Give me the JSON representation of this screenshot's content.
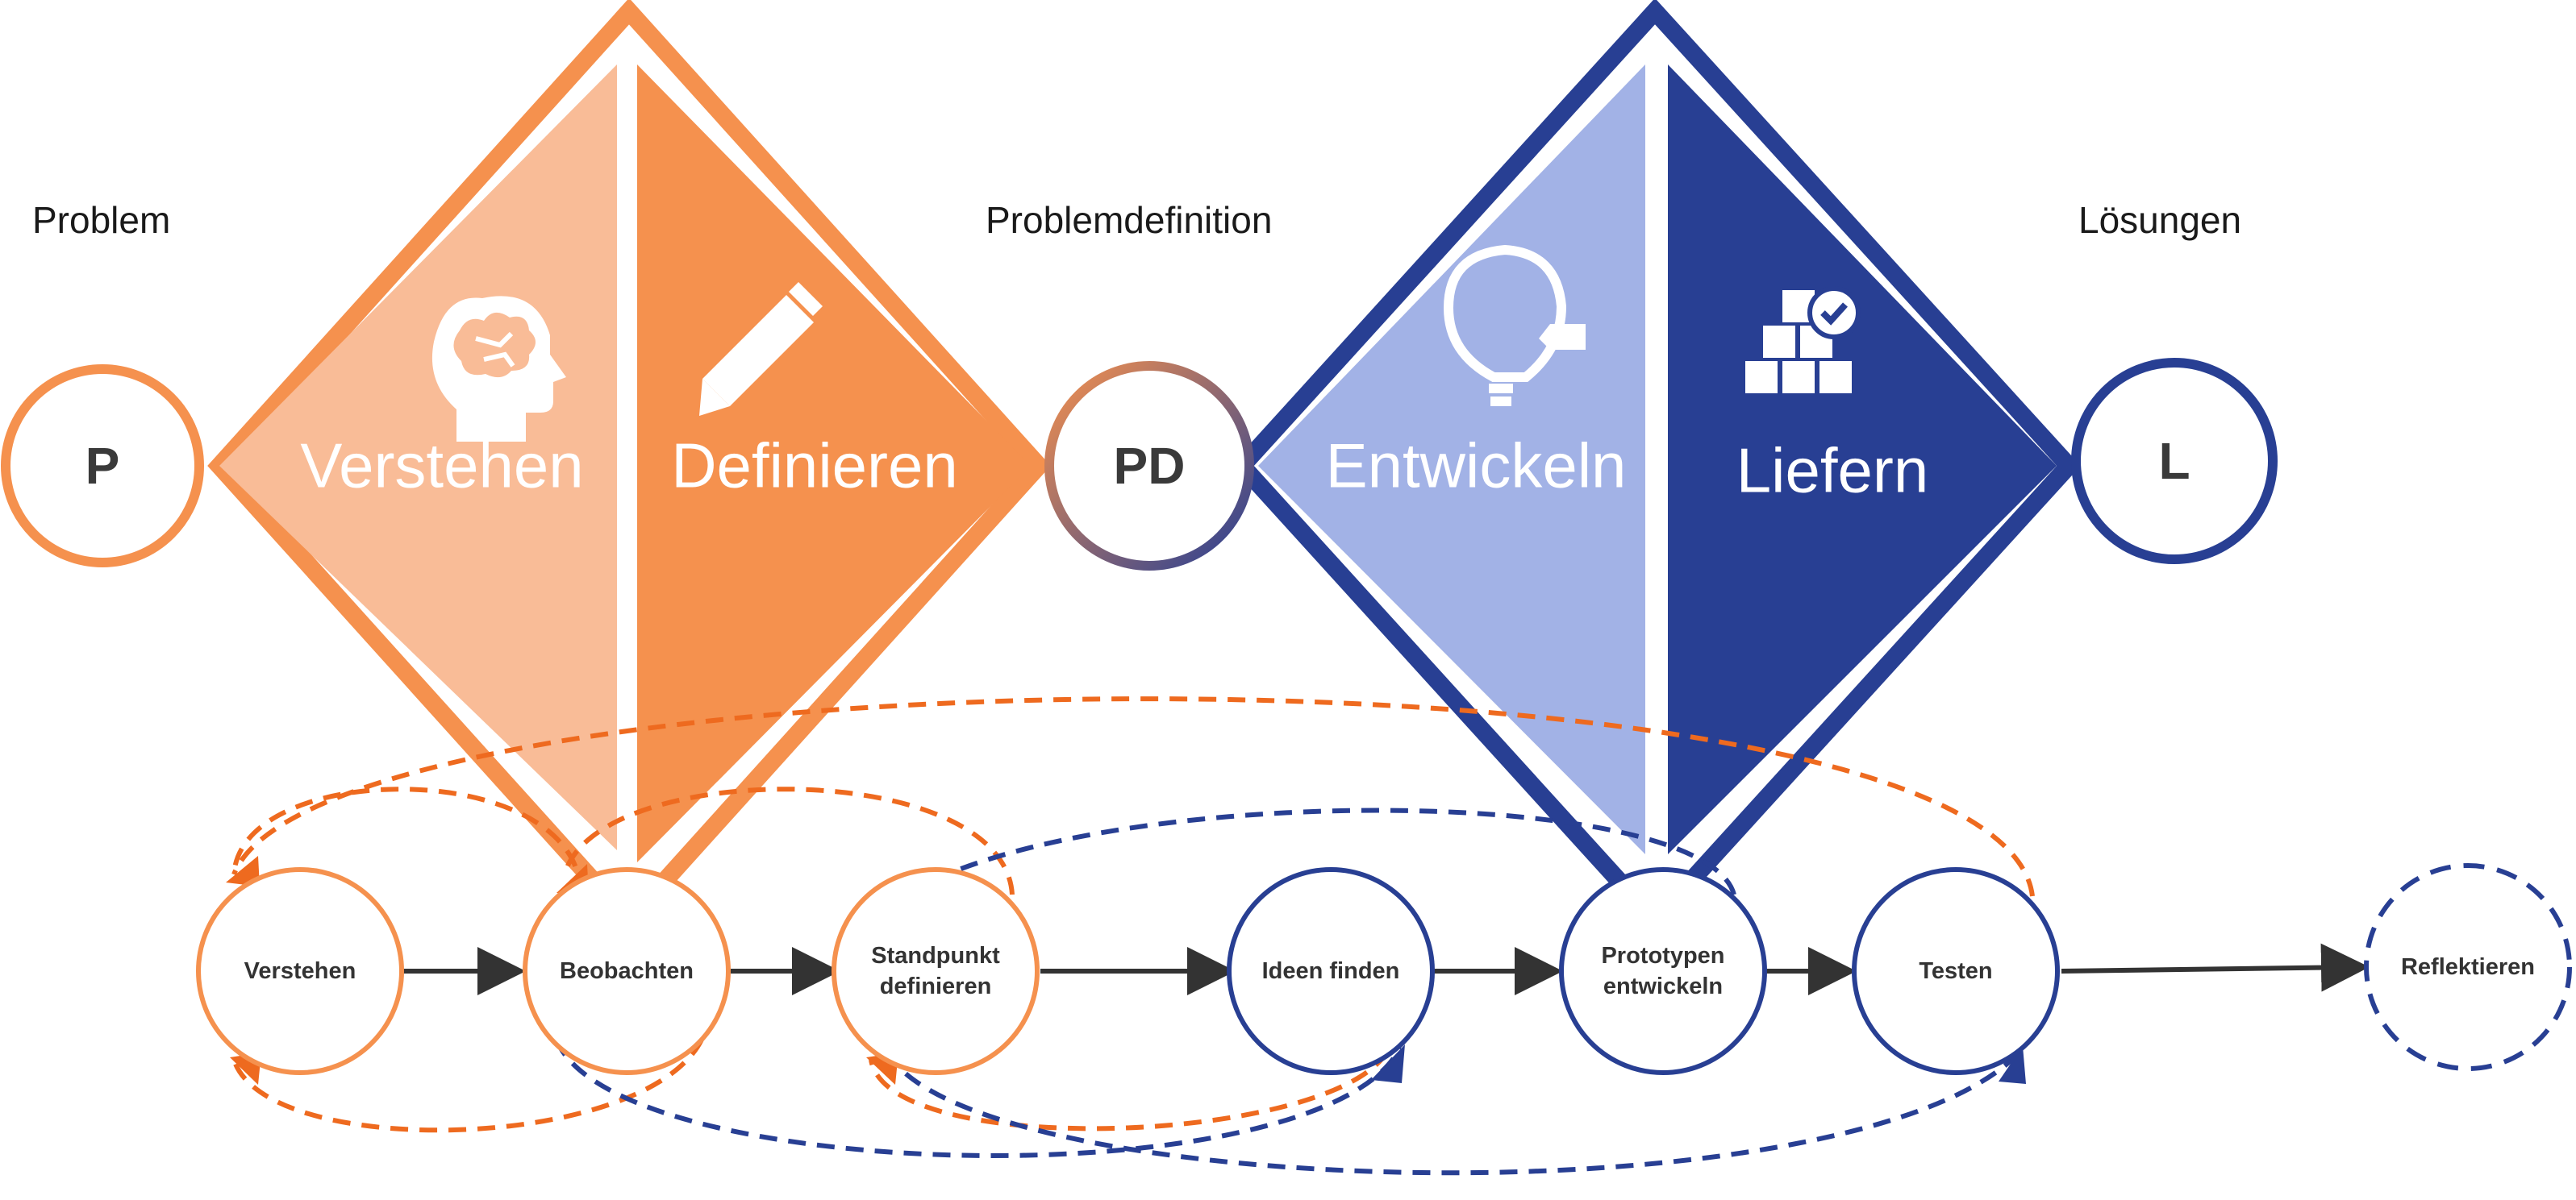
{
  "labels": {
    "problem": "Problem",
    "problem_definition": "Problemdefinition",
    "solutions": "Lösungen"
  },
  "nodes": {
    "problem_letter": "P",
    "problem_definition_letter": "PD",
    "solutions_letter": "L"
  },
  "phases": {
    "verstehen": "Verstehen",
    "definieren": "Definieren",
    "entwickeln": "Entwickeln",
    "liefern": "Liefern"
  },
  "steps": {
    "verstehen": "Verstehen",
    "beobachten": "Beobachten",
    "standpunkt_line1": "Standpunkt",
    "standpunkt_line2": "definieren",
    "ideen": "Ideen finden",
    "prototypen_line1": "Prototypen",
    "prototypen_line2": "entwickeln",
    "testen": "Testen",
    "reflektieren": "Reflektieren"
  },
  "icons": {
    "verstehen": "brain-head-icon",
    "definieren": "pen-icon",
    "entwickeln": "lightbulb-tag-icon",
    "liefern": "boxes-check-icon"
  },
  "colors": {
    "orange": "#F5914E",
    "orange_light": "#F9BC97",
    "orange_dark": "#EE6A1F",
    "blue": "#283F93",
    "blue_light": "#A2B2E6",
    "text": "#333333"
  }
}
